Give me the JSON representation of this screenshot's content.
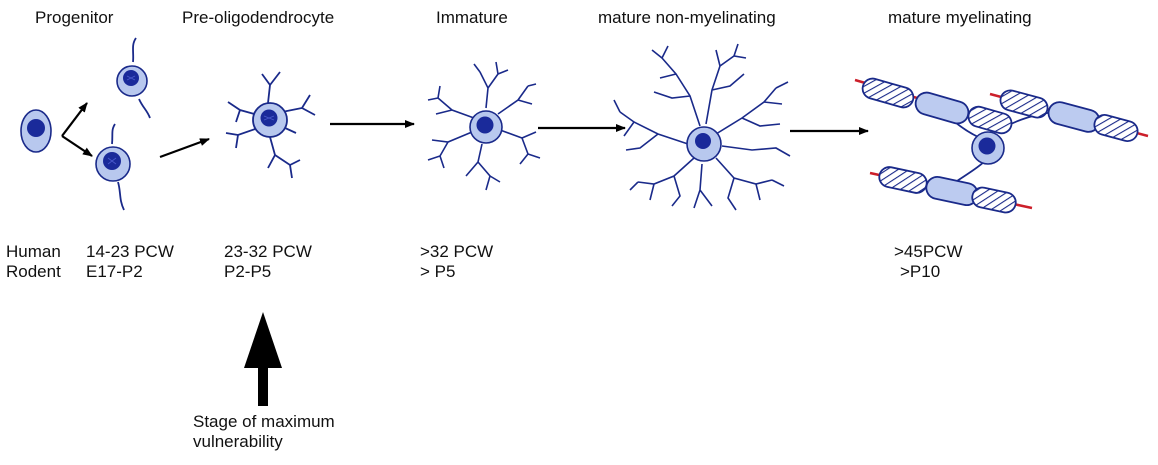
{
  "stages": [
    {
      "title": "Progenitor"
    },
    {
      "title": "Pre-oligodendrocyte"
    },
    {
      "title": "Immature"
    },
    {
      "title": "mature non-myelinating"
    },
    {
      "title": "mature myelinating"
    }
  ],
  "timeline": {
    "human_label": "Human",
    "rodent_label": "Rodent",
    "human": [
      "14-23 PCW",
      "23-32 PCW",
      ">32 PCW",
      ">45PCW"
    ],
    "rodent": [
      "E17-P2",
      "P2-P5",
      "> P5",
      ">P10"
    ]
  },
  "vulnerability": {
    "line1": "Stage of maximum",
    "line2": "vulnerability"
  },
  "colors": {
    "cell_fill": "#b8c8ee",
    "nucleus": "#1a2a9a",
    "line": "#1a2a8a",
    "myelin_fill": "#bccbf0",
    "axon": "#cc1f2a",
    "arrow": "#000000"
  }
}
